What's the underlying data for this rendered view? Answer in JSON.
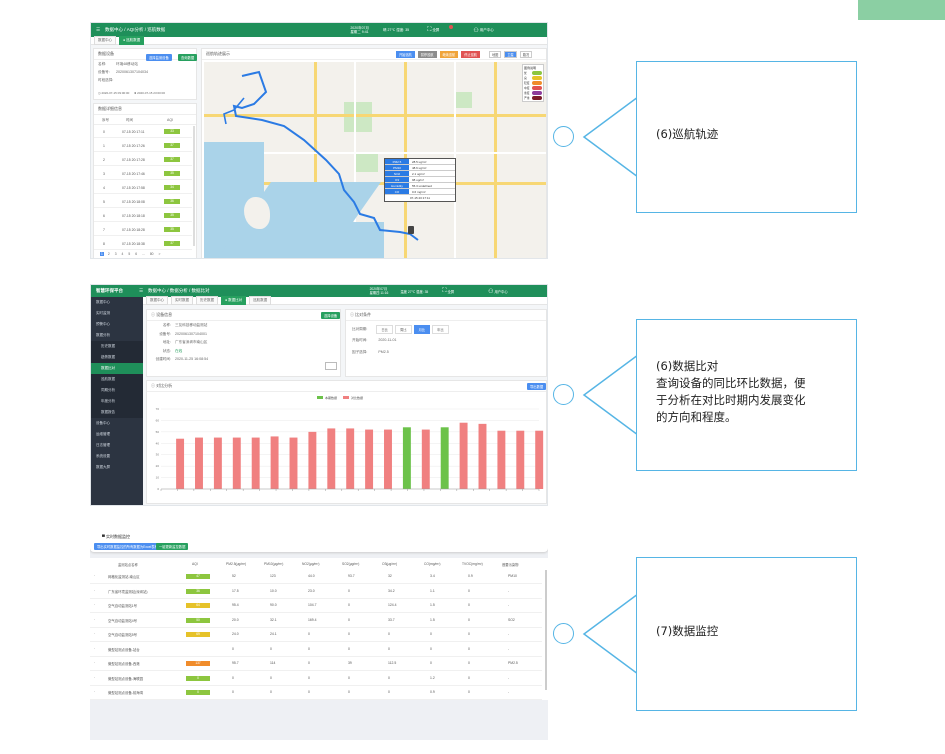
{
  "colors": {
    "brand_green": "#1f8f5a",
    "callout_border": "#56b5e5",
    "bar_red": "#f08080",
    "bar_green": "#6cc24a",
    "aqi_good": "#8dc63f",
    "aqi_moderate": "#e6c229",
    "aqi_unhealthy": "#f08c2b"
  },
  "callouts": [
    {
      "id": "cruise",
      "lines": [
        "(6)巡航轨迹"
      ]
    },
    {
      "id": "compare",
      "lines": [
        "(6)数据比对",
        "查询设备的同比环比数据，便",
        "于分析在对比时期内发展变化",
        "的方向和程度。"
      ]
    },
    {
      "id": "monitor",
      "lines": [
        "(7)数据监控"
      ]
    }
  ],
  "shot1": {
    "topbar": {
      "menu": "数据中心 / AQI分析 / 巡航数据",
      "date_label": "2020年07月",
      "week_label": "星期二 9:41",
      "weather": "晴 27℃ 湿度: 35",
      "fullscreen": "全屏",
      "user": "用户中心"
    },
    "tabs": [
      {
        "label": "数据中心"
      },
      {
        "label": "● 巡航数据",
        "active": true
      }
    ],
    "device_card": {
      "title": "数据设备",
      "btn_select": "选择监测设备",
      "btn_query": "查询数据",
      "fields": [
        {
          "label": "名称:",
          "value": "环境48移动站"
        },
        {
          "label": "设备号:",
          "value": "2020061307104034"
        },
        {
          "label": "时段选择:",
          "value": ""
        }
      ],
      "time_from": "2020-07-15 09:00:00",
      "time_to": "2020-07-15 23:00:00"
    },
    "table": {
      "title": "数据详细信息",
      "headers": [
        "序号",
        "时间",
        "AQI"
      ],
      "rows": [
        {
          "no": "0",
          "time": "07-15 20:17:11",
          "aqi": "33"
        },
        {
          "no": "1",
          "time": "07-15 20:17:26",
          "aqi": "37"
        },
        {
          "no": "2",
          "time": "07-15 20:17:28",
          "aqi": "37"
        },
        {
          "no": "3",
          "time": "07-15 20:17:46",
          "aqi": "35"
        },
        {
          "no": "4",
          "time": "07-15 20:17:58",
          "aqi": "34"
        },
        {
          "no": "5",
          "time": "07-15 20:18:08",
          "aqi": "36"
        },
        {
          "no": "6",
          "time": "07-15 20:18:18",
          "aqi": "35"
        },
        {
          "no": "7",
          "time": "07-15 20:18:28",
          "aqi": "35"
        },
        {
          "no": "8",
          "time": "07-15 20:18:38",
          "aqi": "37"
        }
      ],
      "pagination": [
        "1",
        "2",
        "3",
        "4",
        "5",
        "6",
        "...",
        "80",
        ">"
      ]
    },
    "map_card": {
      "title": "巡航轨迹展示",
      "buttons": [
        {
          "label": "开始巡航",
          "color": "#4b8ef0"
        },
        {
          "label": "暂停巡航",
          "color": "#8c8c8c"
        },
        {
          "label": "继续巡航",
          "color": "#f0a43a"
        },
        {
          "label": "停止巡航",
          "color": "#e05252"
        }
      ],
      "toggle": [
        "地图",
        "卫星",
        "路况"
      ],
      "legend_title": "图例说明",
      "legend": [
        {
          "label": "优",
          "color": "#8dc63f"
        },
        {
          "label": "良",
          "color": "#e6c229"
        },
        {
          "label": "轻度",
          "color": "#f08c2b"
        },
        {
          "label": "中度",
          "color": "#e05252"
        },
        {
          "label": "重度",
          "color": "#8e3d9c"
        },
        {
          "label": "严重",
          "color": "#7b1c2a"
        }
      ],
      "popup": [
        {
          "k": "PM2.5",
          "v": "28.5 ug/m³"
        },
        {
          "k": "PM10",
          "v": "48.6 ug/m³"
        },
        {
          "k": "NO2",
          "v": "2.1 ug/m³"
        },
        {
          "k": "O3",
          "v": "98 ug/m³"
        },
        {
          "k": "Humidity",
          "v": "55.3 undefined"
        },
        {
          "k": "CO",
          "v": "0.6 mg/m³"
        }
      ],
      "popup_time": "07-15 20:17:11"
    }
  },
  "shot2": {
    "topbar": {
      "brand": "智慧环保平台",
      "menu": "数据中心 / 数据分析 / 数据比对",
      "date_label": "2020年07月",
      "week_label": "星期四 11:16",
      "weather": "温度 27℃ 湿度: 35",
      "fullscreen": "全屏",
      "user": "用户中心"
    },
    "tabs": [
      {
        "label": "数据中心"
      },
      {
        "label": "实时数据"
      },
      {
        "label": "历史数据"
      },
      {
        "label": "● 数据比对",
        "active": true
      },
      {
        "label": "巡航数据"
      }
    ],
    "sidebar": [
      {
        "label": "数据中心",
        "kind": "main"
      },
      {
        "label": "实时监测",
        "kind": "main"
      },
      {
        "label": "预警中心",
        "kind": "main"
      },
      {
        "label": "数据分析",
        "kind": "main"
      },
      {
        "label": "历史数据",
        "kind": "sub"
      },
      {
        "label": "趋势数据",
        "kind": "sub"
      },
      {
        "label": "数据比对",
        "kind": "sub",
        "active": true
      },
      {
        "label": "巡航数据",
        "kind": "sub"
      },
      {
        "label": "同期分析",
        "kind": "sub"
      },
      {
        "label": "年度分析",
        "kind": "sub"
      },
      {
        "label": "数据报告",
        "kind": "sub"
      },
      {
        "label": "设备中心",
        "kind": "main"
      },
      {
        "label": "运维管理",
        "kind": "main"
      },
      {
        "label": "日志管理",
        "kind": "main"
      },
      {
        "label": "系统设置",
        "kind": "main"
      },
      {
        "label": "数据大屏",
        "kind": "main"
      }
    ],
    "device_card": {
      "title": "设备信息",
      "btn": "选择设备",
      "fields": [
        {
          "label": "名称:",
          "value": "三友科技移动监测站"
        },
        {
          "label": "设备号:",
          "value": "2020061307104001"
        },
        {
          "label": "地址:",
          "value": "广东省深圳市南山区"
        },
        {
          "label": "状态:",
          "value": "在线"
        },
        {
          "label": "创建时间:",
          "value": "2020-11-25 16:08:54"
        }
      ]
    },
    "compare_card": {
      "title": "比对条件",
      "period_label": "比对周期:",
      "periods": [
        "日比",
        "周比",
        "月比",
        "年比"
      ],
      "active_period": "月比",
      "date_label": "开始时间:",
      "date_value": "2020-11-01",
      "factor_label": "因子选择:",
      "factor_value": "PM2.5"
    },
    "chart_card": {
      "title": "对比分析",
      "btn": "导出数据"
    },
    "chart_data": {
      "type": "bar",
      "series": [
        {
          "name": "本期数据"
        },
        {
          "name": "对比数据"
        }
      ],
      "yticks": [
        "70",
        "60",
        "50",
        "40",
        "30",
        "20",
        "10",
        "0"
      ],
      "ylim": [
        0,
        70
      ],
      "bars": [
        {
          "value": 44,
          "compare": true
        },
        {
          "value": 45,
          "compare": true
        },
        {
          "value": 45,
          "compare": true
        },
        {
          "value": 45,
          "compare": true
        },
        {
          "value": 45,
          "compare": true
        },
        {
          "value": 46,
          "compare": true
        },
        {
          "value": 45,
          "compare": true
        },
        {
          "value": 50,
          "compare": true
        },
        {
          "value": 53,
          "compare": true
        },
        {
          "value": 53,
          "compare": true
        },
        {
          "value": 52,
          "compare": true
        },
        {
          "value": 52,
          "compare": true
        },
        {
          "value": 54,
          "compare": false
        },
        {
          "value": 52,
          "compare": true
        },
        {
          "value": 54,
          "compare": false
        },
        {
          "value": 58,
          "compare": true
        },
        {
          "value": 57,
          "compare": true
        },
        {
          "value": 51,
          "compare": true
        },
        {
          "value": 51,
          "compare": true
        },
        {
          "value": 51,
          "compare": true
        }
      ]
    }
  },
  "shot3": {
    "card_title": "实时数据监控",
    "btn_export": "导出实时数据监控的所有数据为Excel表格",
    "btn_refresh": "一键更新监控数据",
    "headers": [
      "监测站点名称",
      "AQI",
      "PM2.5(μg/m³)",
      "PM10(μg/m³)",
      "NO2(μg/m³)",
      "SO2(μg/m³)",
      "O3(μg/m³)",
      "CO(mg/m³)",
      "TVOC(mg/m³)",
      "首要污染物"
    ],
    "rows": [
      {
        "name": "网格化监测站-南山区",
        "aqi": "47",
        "level": "good",
        "cells": [
          "52",
          "123",
          "44.0",
          "93.7",
          "32",
          "3.4",
          "0.9",
          "PM10"
        ]
      },
      {
        "name": "广东省环境监测站(深圳站)",
        "aqi": "36",
        "level": "good",
        "cells": [
          "17.5",
          "10.0",
          "23.0",
          "0",
          "34.2",
          "1.1",
          "0",
          "-"
        ]
      },
      {
        "name": "空气自动监测站1号",
        "aqi": "64",
        "level": "moderate",
        "cells": [
          "95.4",
          "90.0",
          "104.7",
          "0",
          "124.4",
          "1.5",
          "0",
          "-"
        ]
      },
      {
        "name": "空气自动监测站4号",
        "aqi": "50",
        "level": "good",
        "cells": [
          "20.0",
          "32.1",
          "169.4",
          "0",
          "33.7",
          "1.5",
          "0",
          "SO2"
        ]
      },
      {
        "name": "空气自动监测站5号",
        "aqi": "69",
        "level": "moderate",
        "cells": [
          "24.0",
          "24.1",
          "0",
          "0",
          "0",
          "0",
          "0",
          "-"
        ]
      },
      {
        "name": "微型站测点设备-站台",
        "aqi": "",
        "level": "none",
        "cells": [
          "0",
          "0",
          "0",
          "0",
          "0",
          "0",
          "0",
          "-"
        ]
      },
      {
        "name": "微型站测点设备-西港",
        "aqi": "137",
        "level": "unhealthy",
        "cells": [
          "95.7",
          "114",
          "0",
          "39",
          "112.5",
          "0",
          "0",
          "PM2.5"
        ]
      },
      {
        "name": "微型站测点设备-海联园",
        "aqi": "0",
        "level": "good",
        "cells": [
          "0",
          "0",
          "0",
          "0",
          "0",
          "1.2",
          "0",
          "-"
        ]
      },
      {
        "name": "微型站测点设备-前海湾",
        "aqi": "0",
        "level": "good",
        "cells": [
          "0",
          "0",
          "0",
          "0",
          "0",
          "0.9",
          "0",
          "-"
        ]
      }
    ]
  }
}
